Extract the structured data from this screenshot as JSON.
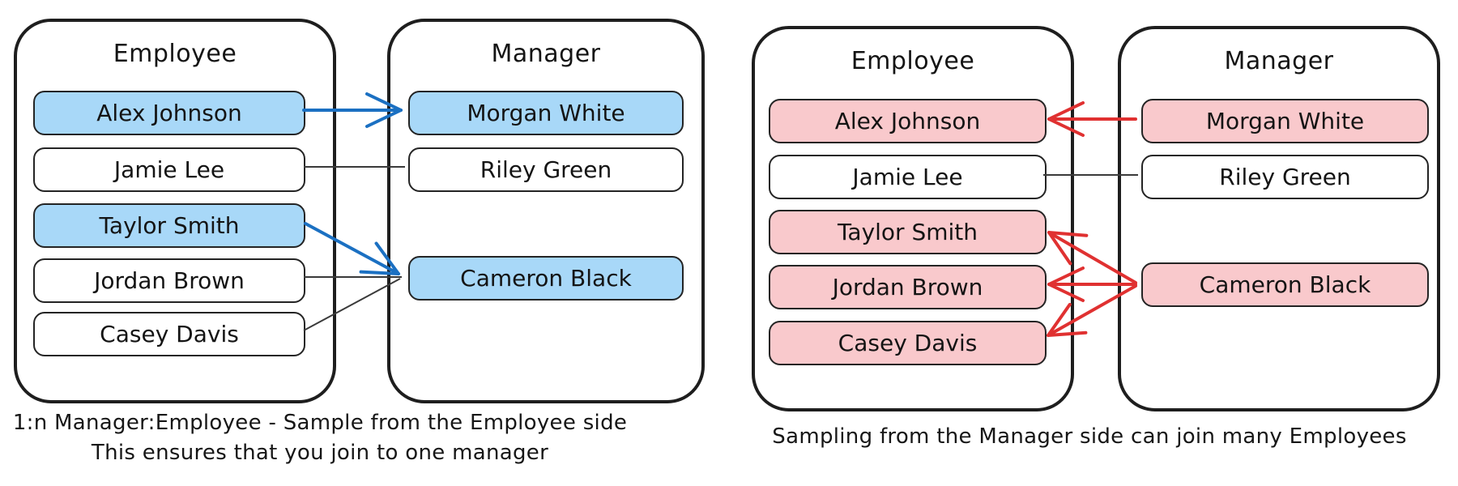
{
  "colors": {
    "background": "#ffffff",
    "panel_border": "#1e1e1e",
    "blue_fill": "#a8d8f8",
    "pink_fill": "#f9c9cc",
    "blue_arrow": "#1b70c2",
    "red_arrow": "#e03131",
    "thin_line": "#3a3a3a"
  },
  "left": {
    "employee": {
      "title": "Employee",
      "rows": [
        {
          "name": "Alex Johnson",
          "highlighted": true
        },
        {
          "name": "Jamie Lee",
          "highlighted": false
        },
        {
          "name": "Taylor Smith",
          "highlighted": true
        },
        {
          "name": "Jordan Brown",
          "highlighted": false
        },
        {
          "name": "Casey Davis",
          "highlighted": false
        }
      ]
    },
    "manager": {
      "title": "Manager",
      "rows": [
        {
          "name": "Morgan White",
          "highlighted": true
        },
        {
          "name": "Riley Green",
          "highlighted": false
        },
        {
          "name": "Cameron Black",
          "highlighted": true
        }
      ]
    },
    "connections": [
      {
        "from": "Alex Johnson",
        "to": "Morgan White",
        "style": "blue-arrow"
      },
      {
        "from": "Jamie Lee",
        "to": "Riley Green",
        "style": "thin-line"
      },
      {
        "from": "Taylor Smith",
        "to": "Cameron Black",
        "style": "blue-arrow"
      },
      {
        "from": "Jordan Brown",
        "to": "Cameron Black",
        "style": "thin-line"
      },
      {
        "from": "Casey Davis",
        "to": "Cameron Black",
        "style": "thin-line"
      }
    ],
    "caption_line1": "1:n Manager:Employee - Sample from the Employee side",
    "caption_line2": "This ensures that you join to one manager"
  },
  "right": {
    "employee": {
      "title": "Employee",
      "rows": [
        {
          "name": "Alex Johnson",
          "highlighted": true
        },
        {
          "name": "Jamie Lee",
          "highlighted": false
        },
        {
          "name": "Taylor Smith",
          "highlighted": true
        },
        {
          "name": "Jordan Brown",
          "highlighted": true
        },
        {
          "name": "Casey Davis",
          "highlighted": true
        }
      ]
    },
    "manager": {
      "title": "Manager",
      "rows": [
        {
          "name": "Morgan White",
          "highlighted": true
        },
        {
          "name": "Riley Green",
          "highlighted": false
        },
        {
          "name": "Cameron Black",
          "highlighted": true
        }
      ]
    },
    "connections": [
      {
        "from": "Morgan White",
        "to": "Alex Johnson",
        "style": "red-arrow"
      },
      {
        "from": "Jamie Lee",
        "to": "Riley Green",
        "style": "thin-line"
      },
      {
        "from": "Cameron Black",
        "to": "Taylor Smith",
        "style": "red-arrow"
      },
      {
        "from": "Cameron Black",
        "to": "Jordan Brown",
        "style": "red-arrow"
      },
      {
        "from": "Cameron Black",
        "to": "Casey Davis",
        "style": "red-arrow"
      }
    ],
    "caption": "Sampling from the Manager side can join many Employees"
  }
}
